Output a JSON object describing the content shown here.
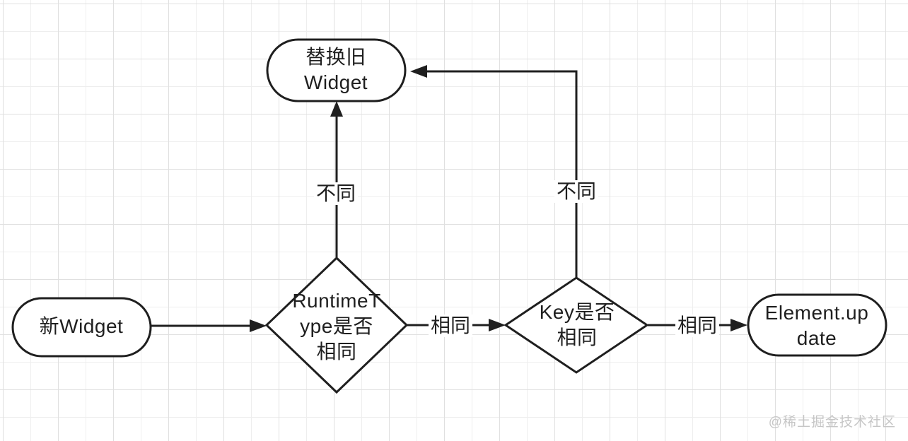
{
  "diagram": {
    "title": "Flutter widget update flowchart",
    "nodes": {
      "new_widget": {
        "label": "新Widget",
        "shape": "pill"
      },
      "runtime_type_decision": {
        "label": "RuntimeT\nype是否\n相同",
        "shape": "diamond"
      },
      "key_decision": {
        "label": "Key是否\n相同",
        "shape": "diamond"
      },
      "replace_old_widget": {
        "label": "替换旧\nWidget",
        "shape": "pill"
      },
      "element_update": {
        "label": "Element.up\ndate",
        "shape": "pill"
      }
    },
    "edge_labels": {
      "runtime_different": "不同",
      "runtime_same": "相同",
      "key_different": "不同",
      "key_same": "相同"
    },
    "colors": {
      "stroke": "#1f1f1f",
      "node_fill": "#ffffff",
      "grid_minor": "#eeeeee",
      "grid_major": "#e0e0e0",
      "watermark": "#c6c6c6"
    }
  },
  "watermark": {
    "text": "@稀土掘金技术社区"
  }
}
